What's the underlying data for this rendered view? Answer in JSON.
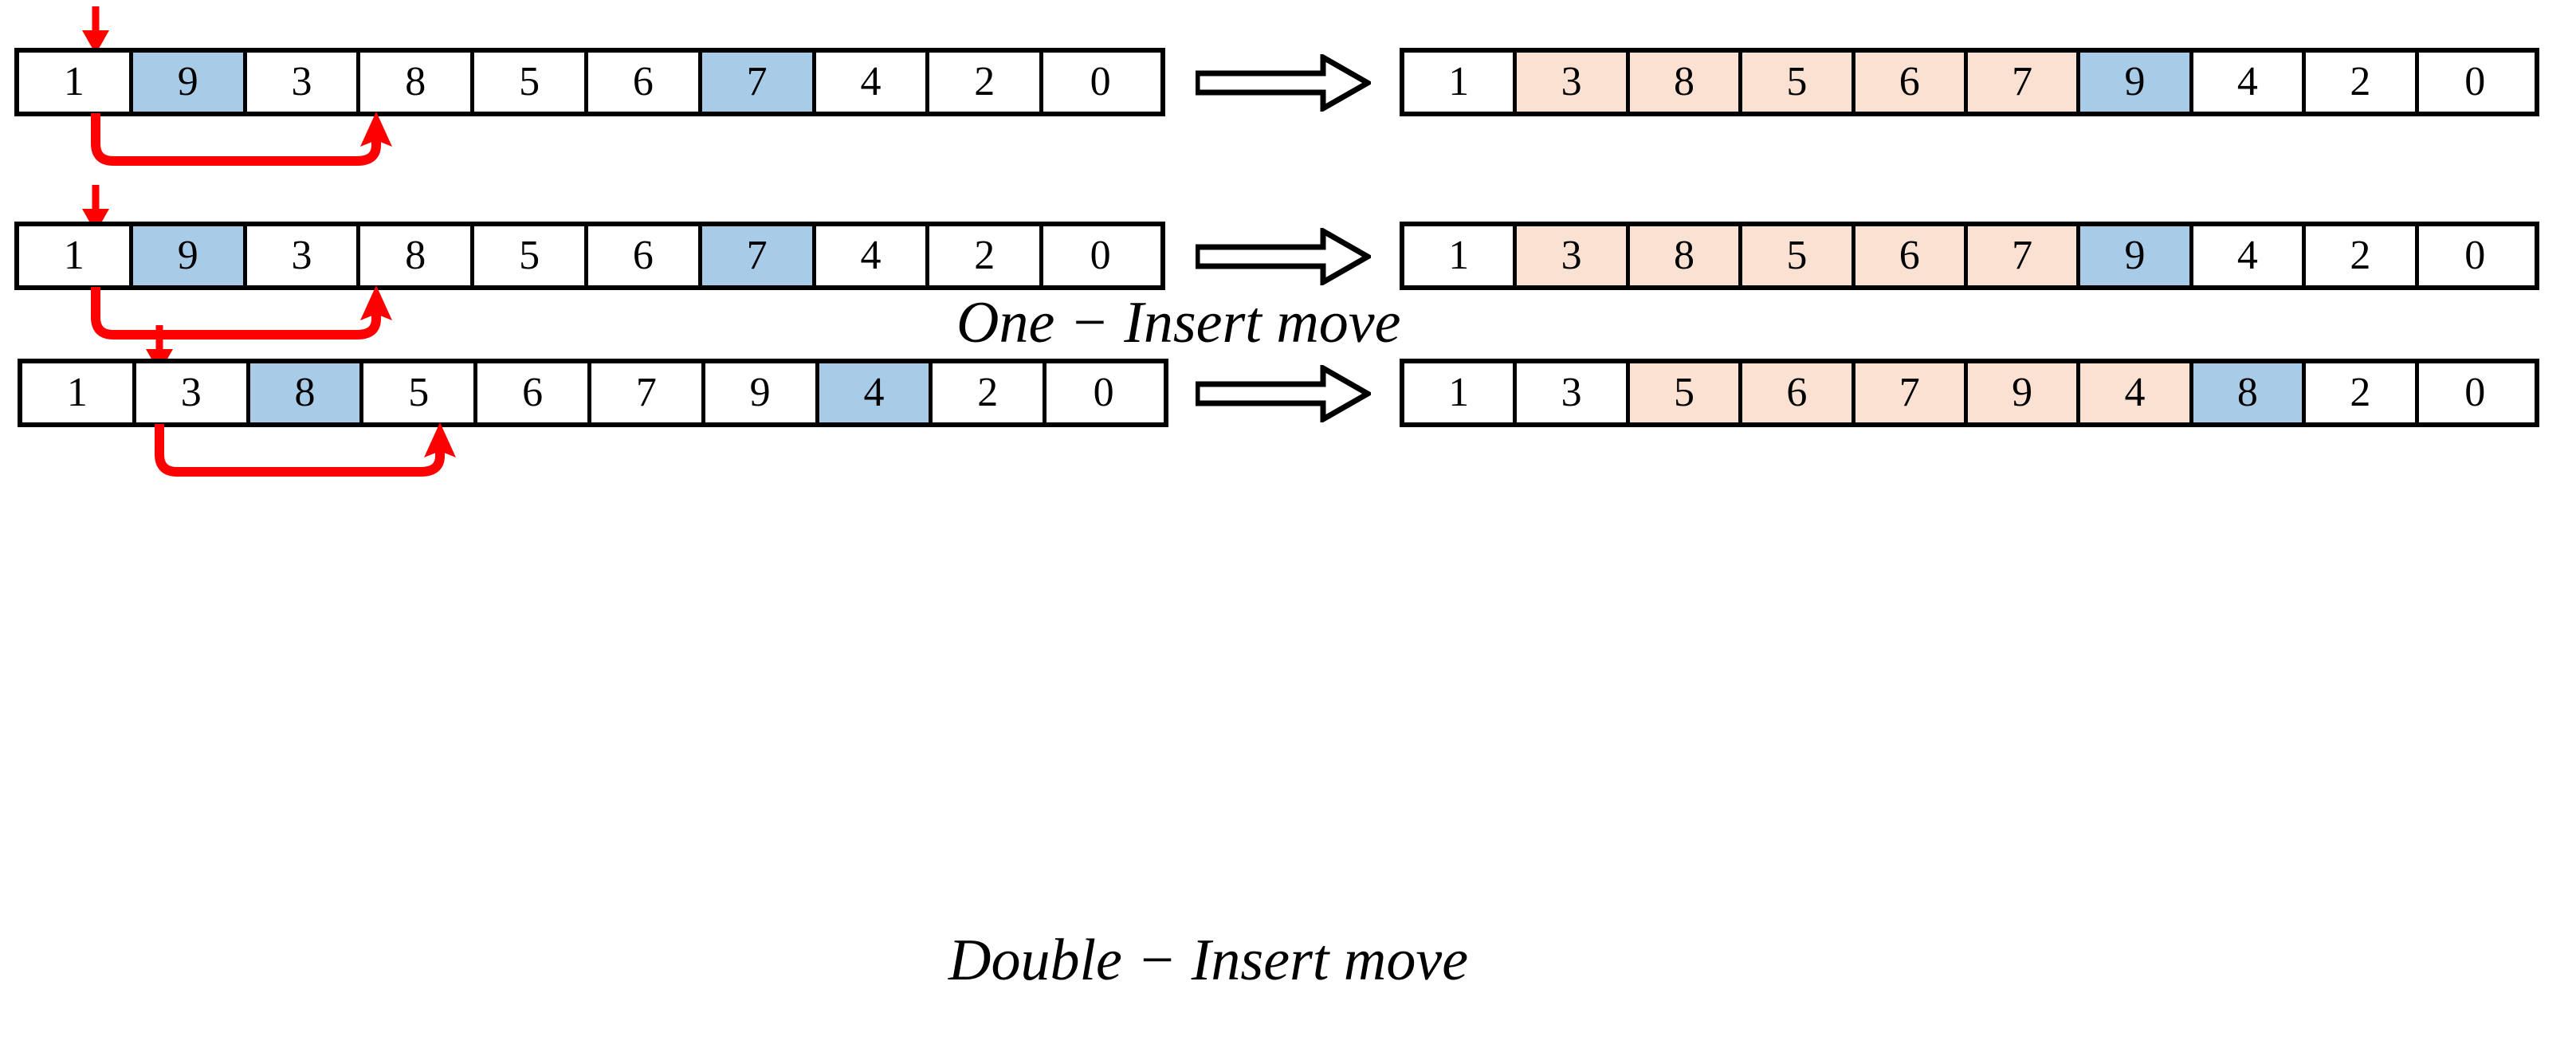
{
  "colors": {
    "selected_cell": "#a8cbe8",
    "shifted_cell": "#fbe1d2",
    "arrow_red": "#ff0000",
    "border_black": "#000000",
    "background": "#ffffff"
  },
  "captions": {
    "one_insert": "One − Insert move",
    "double_insert": "Double − Insert move"
  },
  "rows": [
    {
      "id": "row-1",
      "left": {
        "values": [
          "1",
          "9",
          "3",
          "8",
          "5",
          "6",
          "7",
          "4",
          "2",
          "0"
        ],
        "states": [
          "none",
          "selected",
          "none",
          "none",
          "none",
          "none",
          "selected",
          "none",
          "none",
          "none"
        ]
      },
      "right": {
        "values": [
          "1",
          "3",
          "8",
          "5",
          "6",
          "7",
          "9",
          "4",
          "2",
          "0"
        ],
        "states": [
          "none",
          "shifted",
          "shifted",
          "shifted",
          "shifted",
          "shifted",
          "selected",
          "none",
          "none",
          "none"
        ]
      },
      "pointer_index": 1,
      "move_from_index": 1,
      "move_to_index": 6
    },
    {
      "id": "row-2",
      "left": {
        "values": [
          "1",
          "9",
          "3",
          "8",
          "5",
          "6",
          "7",
          "4",
          "2",
          "0"
        ],
        "states": [
          "none",
          "selected",
          "none",
          "none",
          "none",
          "none",
          "selected",
          "none",
          "none",
          "none"
        ]
      },
      "right": {
        "values": [
          "1",
          "3",
          "8",
          "5",
          "6",
          "7",
          "9",
          "4",
          "2",
          "0"
        ],
        "states": [
          "none",
          "shifted",
          "shifted",
          "shifted",
          "shifted",
          "shifted",
          "selected",
          "none",
          "none",
          "none"
        ]
      },
      "pointer_index": 1,
      "move_from_index": 1,
      "move_to_index": 6
    },
    {
      "id": "row-3",
      "left": {
        "values": [
          "1",
          "3",
          "8",
          "5",
          "6",
          "7",
          "9",
          "4",
          "2",
          "0"
        ],
        "states": [
          "none",
          "none",
          "selected",
          "none",
          "none",
          "none",
          "none",
          "selected",
          "none",
          "none"
        ]
      },
      "right": {
        "values": [
          "1",
          "3",
          "5",
          "6",
          "7",
          "9",
          "4",
          "8",
          "2",
          "0"
        ],
        "states": [
          "none",
          "none",
          "shifted",
          "shifted",
          "shifted",
          "shifted",
          "shifted",
          "selected",
          "none",
          "none"
        ]
      },
      "pointer_index": 2,
      "move_from_index": 2,
      "move_to_index": 7
    }
  ],
  "icons": {
    "implication": "block-right-arrow-icon",
    "pointer": "red-down-arrow-icon",
    "move": "red-curved-move-arrow-icon"
  }
}
